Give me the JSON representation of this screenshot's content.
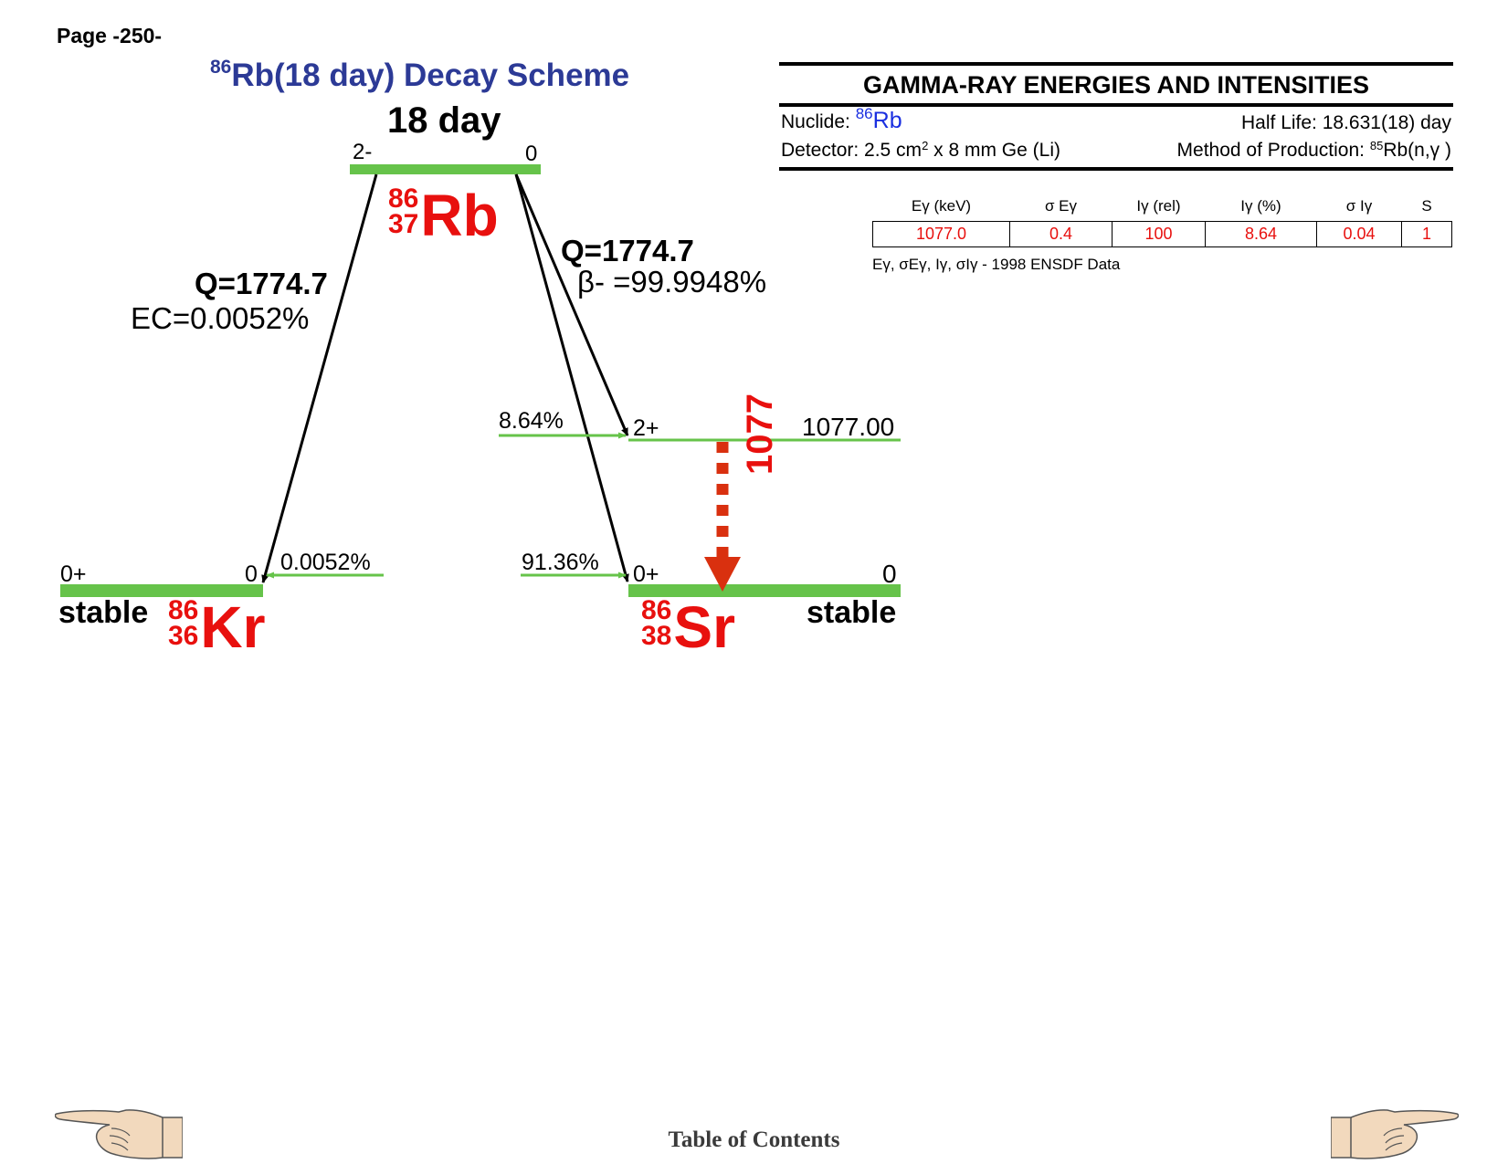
{
  "page_label": "Page -250-",
  "title": {
    "mass": "86",
    "text": "Rb(18 day) Decay Scheme"
  },
  "parent": {
    "halflife": "18 day",
    "spin": "2-",
    "energy": "0",
    "mass": "86",
    "z": "37",
    "symbol": "Rb"
  },
  "ec_branch": {
    "q": "Q=1774.7",
    "branch": "EC=0.0052%"
  },
  "beta_branch": {
    "q": "Q=1774.7",
    "branch": "β- =99.9948%"
  },
  "daughter_kr": {
    "spin": "0+",
    "energy": "0",
    "feed": "0.0052%",
    "stability": "stable",
    "mass": "86",
    "z": "36",
    "symbol": "Kr"
  },
  "daughter_sr": {
    "ground": {
      "spin": "0+",
      "energy": "0",
      "feed": "91.36%"
    },
    "excited": {
      "spin": "2+",
      "energy": "1077.00",
      "feed": "8.64%"
    },
    "stability": "stable",
    "mass": "86",
    "z": "38",
    "symbol": "Sr",
    "gamma_label": "1077"
  },
  "gamma_panel": {
    "title": "GAMMA-RAY ENERGIES AND INTENSITIES",
    "nuclide_label": "Nuclide:",
    "nuclide_mass": "86",
    "nuclide_symbol": "Rb",
    "half_life": "Half Life: 18.631(18) day",
    "detector_prefix": "Detector: 2.5 cm",
    "detector_sup": "2",
    "detector_suffix": " x 8 mm Ge (Li)",
    "method_prefix": "Method of Production: ",
    "method_sup": "85",
    "method_suffix": "Rb(n,γ )",
    "columns": [
      "Eγ (keV)",
      "σ Eγ",
      "Iγ (rel)",
      "Iγ (%)",
      "σ Iγ",
      "S"
    ],
    "rows": [
      [
        "1077.0",
        "0.4",
        "100",
        "8.64",
        "0.04",
        "1"
      ]
    ],
    "note": "Eγ, σEγ, Iγ, σIγ - 1998 ENSDF Data"
  },
  "colors": {
    "level_bar": "#66c34a",
    "nuclide": "#e8100e",
    "title": "#2c3a96",
    "gamma_arrow": "#d9300f",
    "link": "#1a2fe0"
  },
  "footer": {
    "toc": "Table of Contents"
  },
  "icons": [
    "pointing-hand-left-icon",
    "pointing-hand-right-icon"
  ]
}
